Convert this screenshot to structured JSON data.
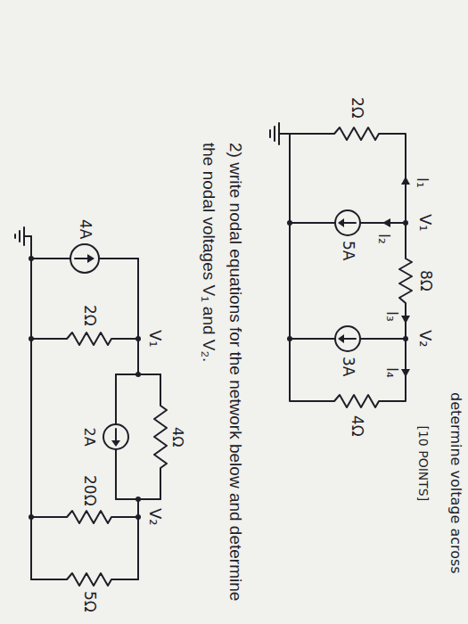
{
  "diagram": {
    "labels": [
      "V₁",
      "I₁",
      "I₂",
      "8Ω",
      "I₃",
      "I₄",
      "V₂",
      "5A",
      "3A",
      "4Ω",
      "2Ω",
      "[10 POINTS]",
      "2) write nodal equations for the network below and determine the nodal voltages V₁ and V₂.",
      "4A",
      "V₁",
      "2Ω",
      "4Ω",
      "2A",
      "V₂",
      "20Ω",
      "5Ω",
      "determine voltage across"
    ]
  }
}
